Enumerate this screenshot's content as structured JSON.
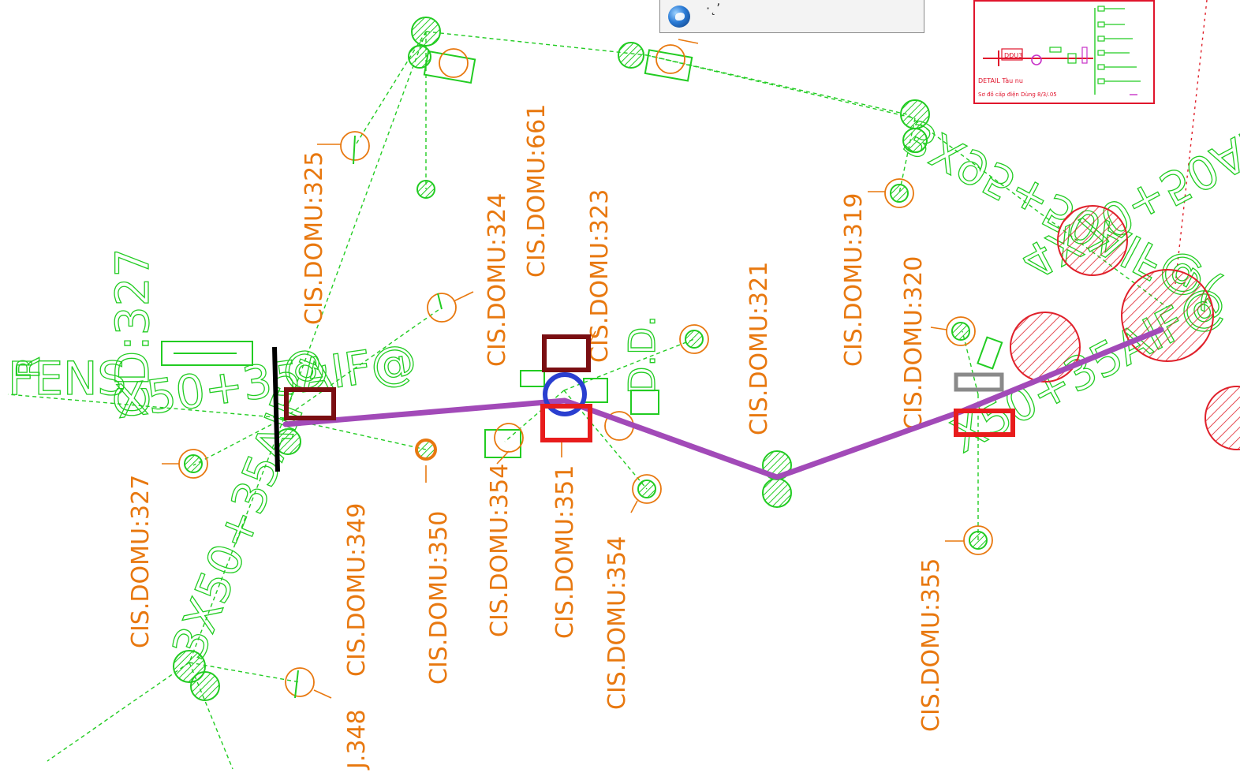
{
  "popup": {
    "icon": "globe-icon",
    "text": "·˛ʼ"
  },
  "inset": {
    "title_line1": "DETAIL Tàu nu",
    "title_line2": "Sơ đồ cấp điện Dùng 8/3/.05",
    "node_label": "DĐU3"
  },
  "labels": {
    "l325": "CIS.DOMU:325",
    "l661": "CIS.DOMU:661",
    "l324": "CIS.DOMU:324",
    "l323": "CIS.DOMU:323",
    "l321": "CIS.DOMU:321",
    "l319": "CIS.DOMU:319",
    "l320": "CIS.DOMU:320",
    "l327": "CIS.DOMU:327",
    "l349": "CIS.DOMU:349",
    "l350": "CIS.DOMU:350",
    "l354a": "CIS.DOMU:354",
    "l351": "CIS.DOMU:351",
    "l354b": "CIS.DOMU:354",
    "l355": "CIS.DOMU:355",
    "l348": "J.348",
    "cable_top": "3X95+50AIF@(",
    "cable_right": "4X70+50AIF@",
    "cable_right2": "X50+35AIF@",
    "cable_left": "FENS",
    "cable_left2": "X50+35AIF@",
    "cable_left3": "3X50+35AIF@",
    "cd": "CD:327",
    "dd": "D.D.",
    "lbl_r": "R"
  },
  "colors": {
    "background": "#ffffff",
    "network_green": "#22cc22",
    "label_orange": "#e8780f",
    "route_purple": "#a24ab8",
    "marker_darkred": "#7a0e12",
    "marker_red": "#e81c1c",
    "marker_blue": "#2a3fd0",
    "marker_gray": "#8a8a8a",
    "hatch_red": "#e0202a"
  }
}
